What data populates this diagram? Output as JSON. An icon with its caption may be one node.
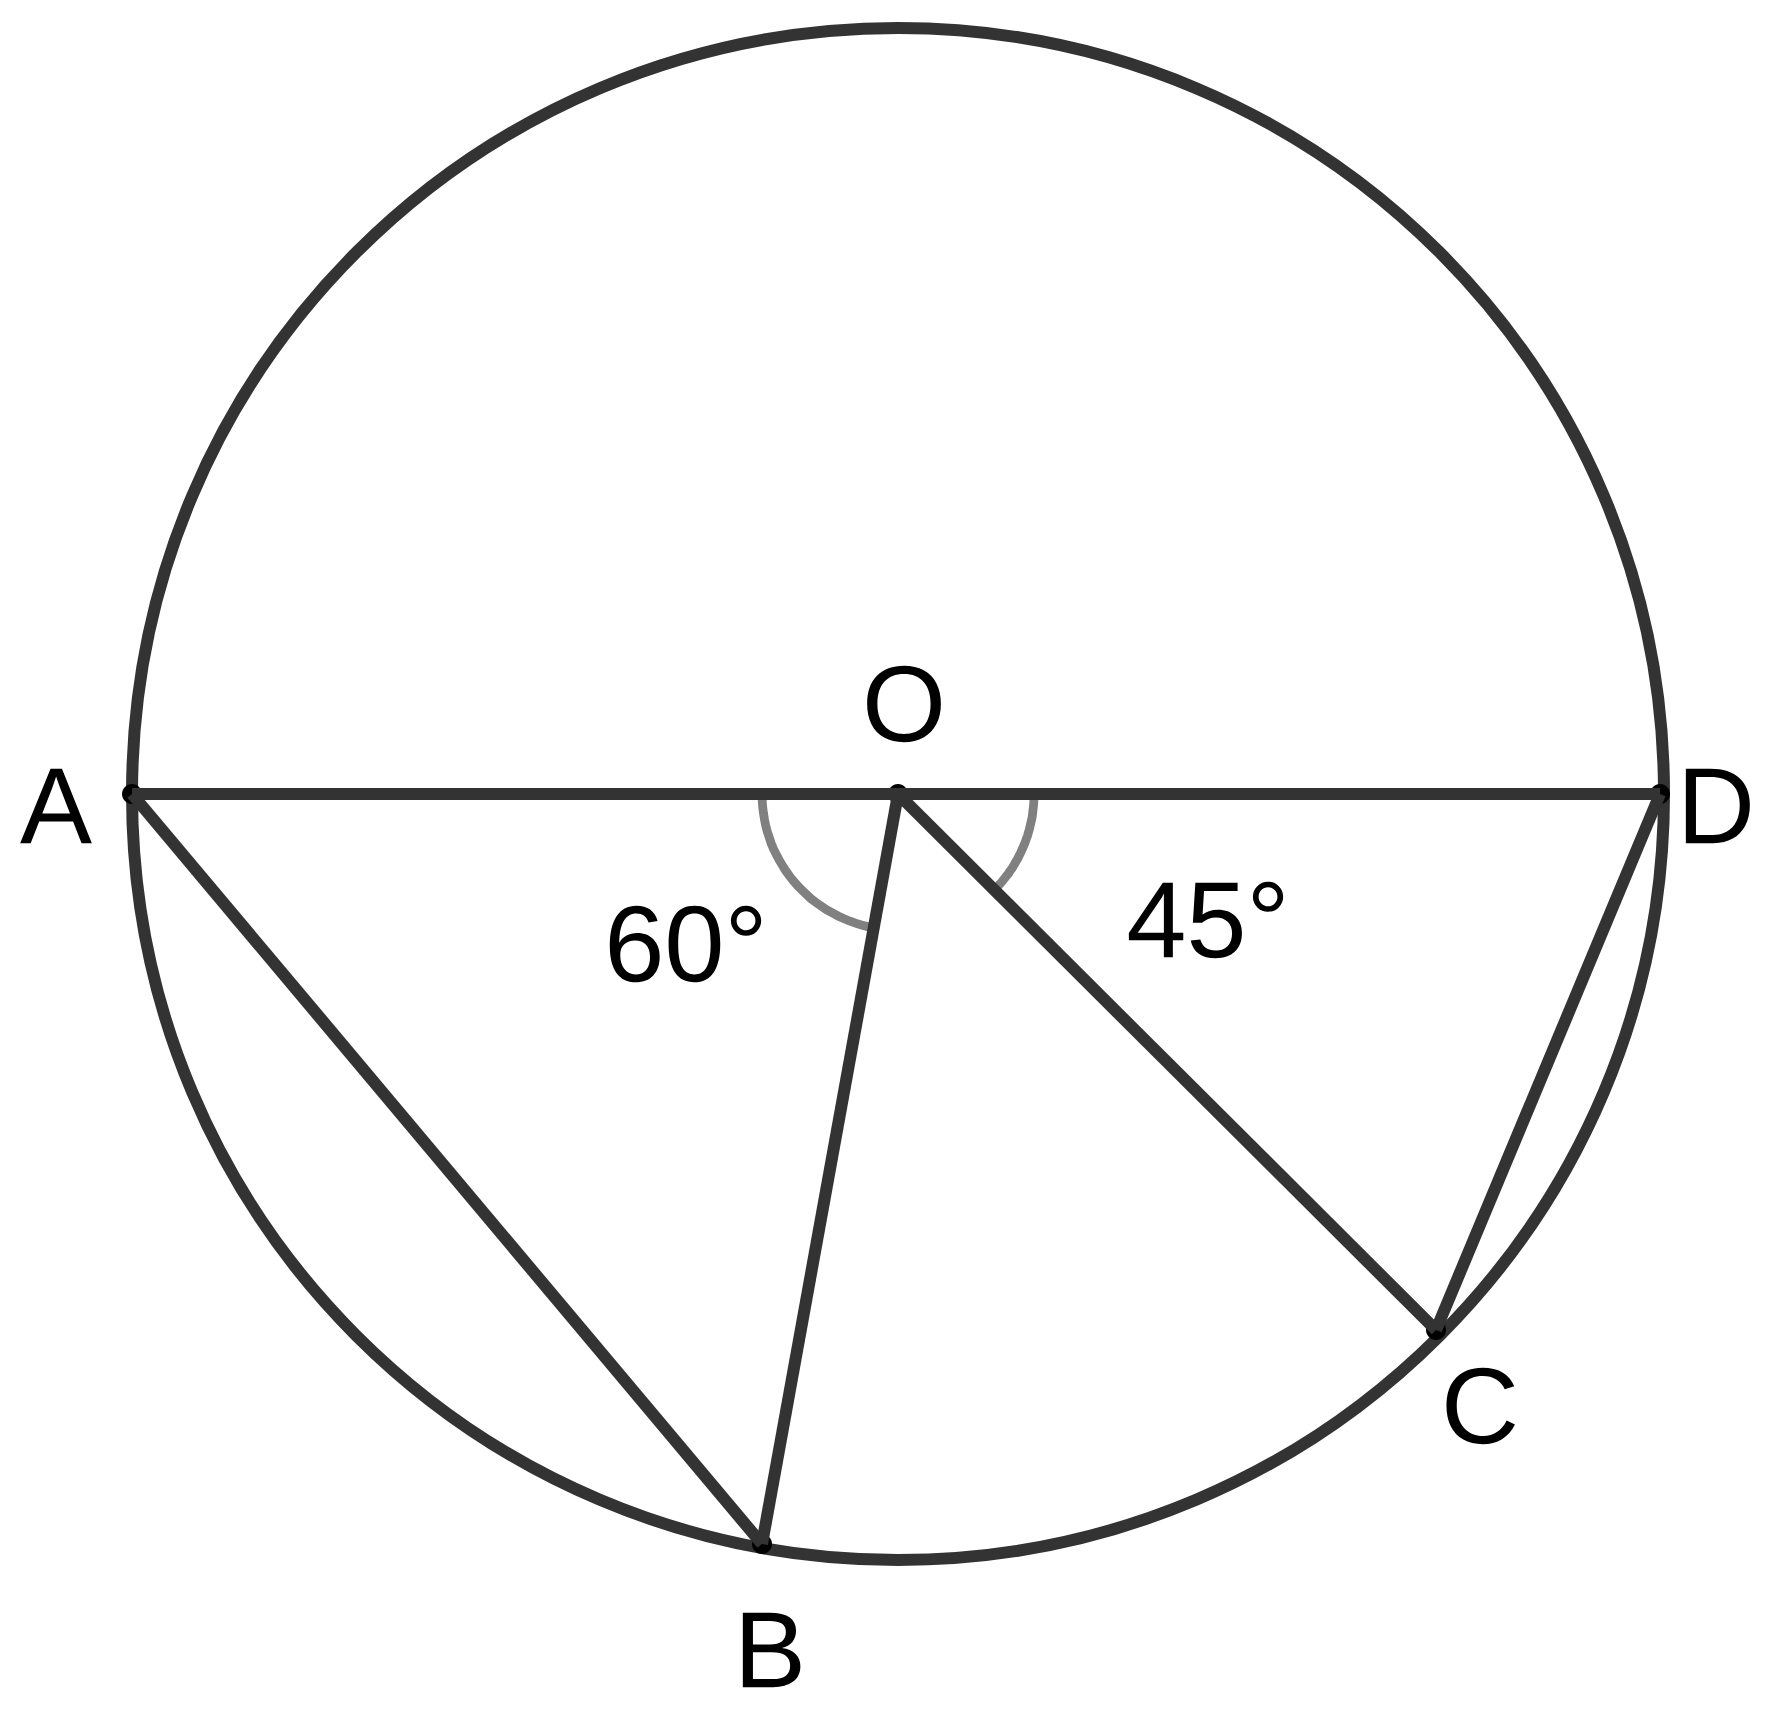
{
  "diagram": {
    "nodes": [
      {
        "text": [
          "O"
        ]
      },
      {
        "text": [
          "A"
        ]
      },
      {
        "text": [
          "D"
        ]
      },
      {
        "text": [
          "C"
        ]
      },
      {
        "text": [
          "B"
        ]
      }
    ],
    "edges": [
      {
        "from": 1,
        "to": 2,
        "arrow": "none"
      },
      {
        "from": 1,
        "to": 4,
        "arrow": "none"
      },
      {
        "from": 0,
        "to": 4,
        "arrow": "none"
      },
      {
        "from": 0,
        "to": 3,
        "arrow": "none"
      },
      {
        "from": 2,
        "to": 3,
        "arrow": "none"
      }
    ],
    "labels": [
      "60°",
      "45°"
    ]
  }
}
